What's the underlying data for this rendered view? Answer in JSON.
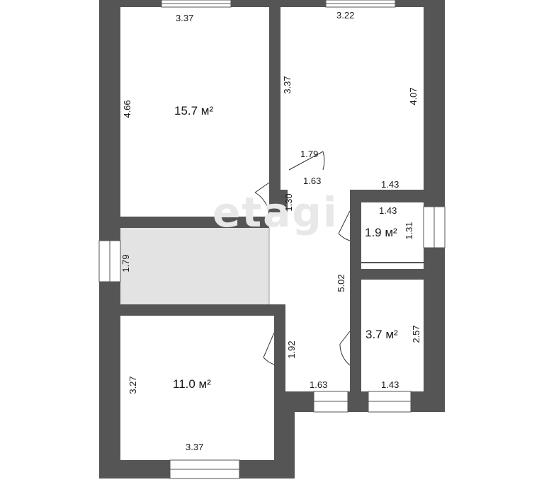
{
  "colors": {
    "wall": "#555555",
    "floor": "#ffffff",
    "shaded_floor": "#e3e3e3",
    "window": "#ffffff",
    "text": "#1a1a1a"
  },
  "watermark": "etagi",
  "rooms": {
    "top_left": {
      "area": "15.7 м²",
      "width": "3.37",
      "height": "4.66"
    },
    "top_right": {
      "width": "3.22",
      "left_height": "3.37",
      "right_height": "4.07",
      "bottom_width": "1.43"
    },
    "bathroom_1": {
      "area": "1.9 м²",
      "width": "1.43",
      "height": "1.31"
    },
    "bathroom_2": {
      "area": "3.7 м²",
      "width": "1.43",
      "height": "2.57"
    },
    "bottom_left": {
      "area": "11.0 м²",
      "width": "3.37",
      "height": "3.27"
    },
    "stair": {
      "height": "1.79"
    },
    "hall": {
      "top_width": "1.63",
      "top_height": "1.30",
      "door_width": "1.79",
      "length": "5.02",
      "lower_height": "1.92",
      "bottom_width": "1.63"
    }
  }
}
